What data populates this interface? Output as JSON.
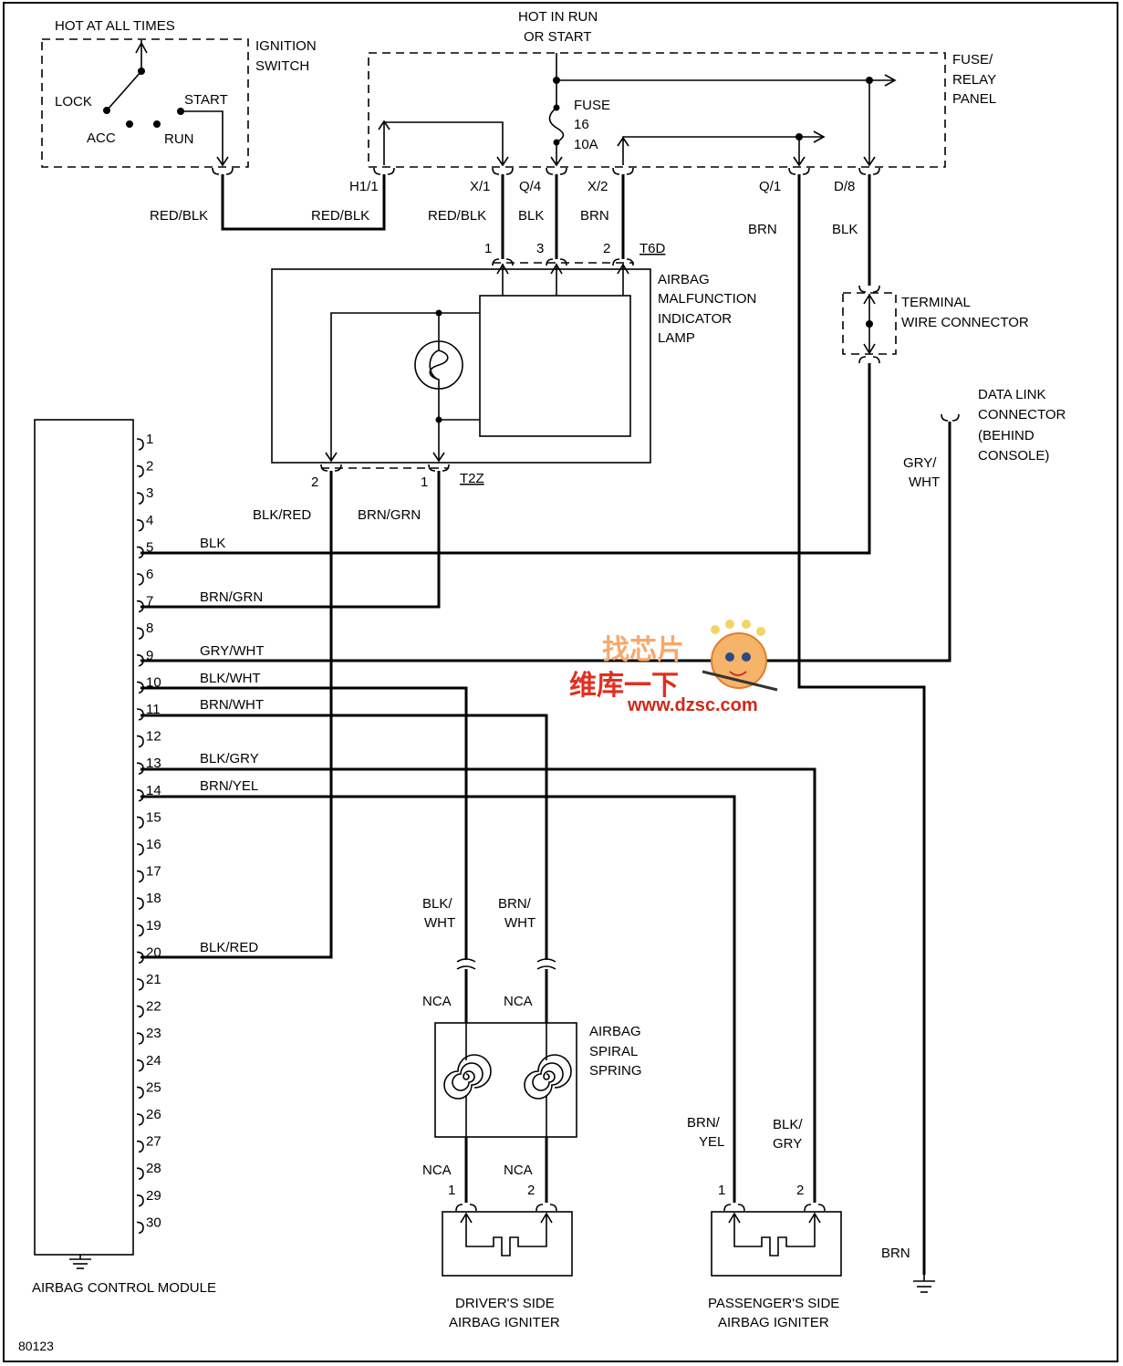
{
  "ignition_switch": {
    "hot_at_all_times": "HOT AT ALL TIMES",
    "title_line1": "IGNITION",
    "title_line2": "SWITCH",
    "lock": "LOCK",
    "acc": "ACC",
    "run": "RUN",
    "start": "START"
  },
  "fuse_panel": {
    "hot_in_run_line1": "HOT IN RUN",
    "hot_in_run_line2": "OR START",
    "title_line1": "FUSE/",
    "title_line2": "RELAY",
    "title_line3": "PANEL",
    "fuse_line1": "FUSE",
    "fuse_line2": "16",
    "fuse_line3": "10A",
    "pins": [
      "H1/1",
      "X/1",
      "Q/4",
      "X/2",
      "Q/1",
      "D/8"
    ]
  },
  "wires": {
    "red_blk": "RED/BLK",
    "blk": "BLK",
    "brn": "BRN",
    "blk_red": "BLK/RED",
    "brn_grn": "BRN/GRN",
    "gry_wht_line1": "GRY/",
    "gry_wht_line2": "WHT",
    "blk_wht_line1": "BLK/",
    "brn_wht_line1": "BRN/",
    "wht": "WHT",
    "brn_yel_line1": "BRN/",
    "brn_yel_line2": "YEL",
    "blk_gry_line1": "BLK/",
    "blk_gry_line2": "GRY",
    "nca": "NCA"
  },
  "indicator_lamp": {
    "title_line1": "AIRBAG",
    "title_line2": "MALFUNCTION",
    "title_line3": "INDICATOR",
    "title_line4": "LAMP",
    "connector_top": "T6D",
    "connector_bottom": "T2Z",
    "top_pins": [
      "1",
      "3",
      "2"
    ],
    "bottom_pins": [
      "2",
      "1"
    ]
  },
  "terminal_connector": {
    "line1": "TERMINAL",
    "line2": "WIRE CONNECTOR"
  },
  "data_link": {
    "line1": "DATA LINK",
    "line2": "CONNECTOR",
    "line3": "(BEHIND",
    "line4": "CONSOLE)"
  },
  "control_module": {
    "title": "AIRBAG CONTROL MODULE",
    "pins": [
      "1",
      "2",
      "3",
      "4",
      "5",
      "6",
      "7",
      "8",
      "9",
      "10",
      "11",
      "12",
      "13",
      "14",
      "15",
      "16",
      "17",
      "18",
      "19",
      "20",
      "21",
      "22",
      "23",
      "24",
      "25",
      "26",
      "27",
      "28",
      "29",
      "30"
    ],
    "wire_labels": {
      "p5": "BLK",
      "p7": "BRN/GRN",
      "p9": "GRY/WHT",
      "p10": "BLK/WHT",
      "p11": "BRN/WHT",
      "p13": "BLK/GRY",
      "p14": "BRN/YEL",
      "p20": "BLK/RED"
    }
  },
  "spiral_spring": {
    "line1": "AIRBAG",
    "line2": "SPIRAL",
    "line3": "SPRING"
  },
  "driver_igniter": {
    "line1": "DRIVER'S SIDE",
    "line2": "AIRBAG IGNITER",
    "pin1": "1",
    "pin2": "2"
  },
  "passenger_igniter": {
    "line1": "PASSENGER'S SIDE",
    "line2": "AIRBAG IGNITER",
    "pin1": "1",
    "pin2": "2"
  },
  "watermark": {
    "logo_text": "找芯片",
    "chinese": "维库一下",
    "url": "www.dzsc.com"
  },
  "figure_id": "80123"
}
